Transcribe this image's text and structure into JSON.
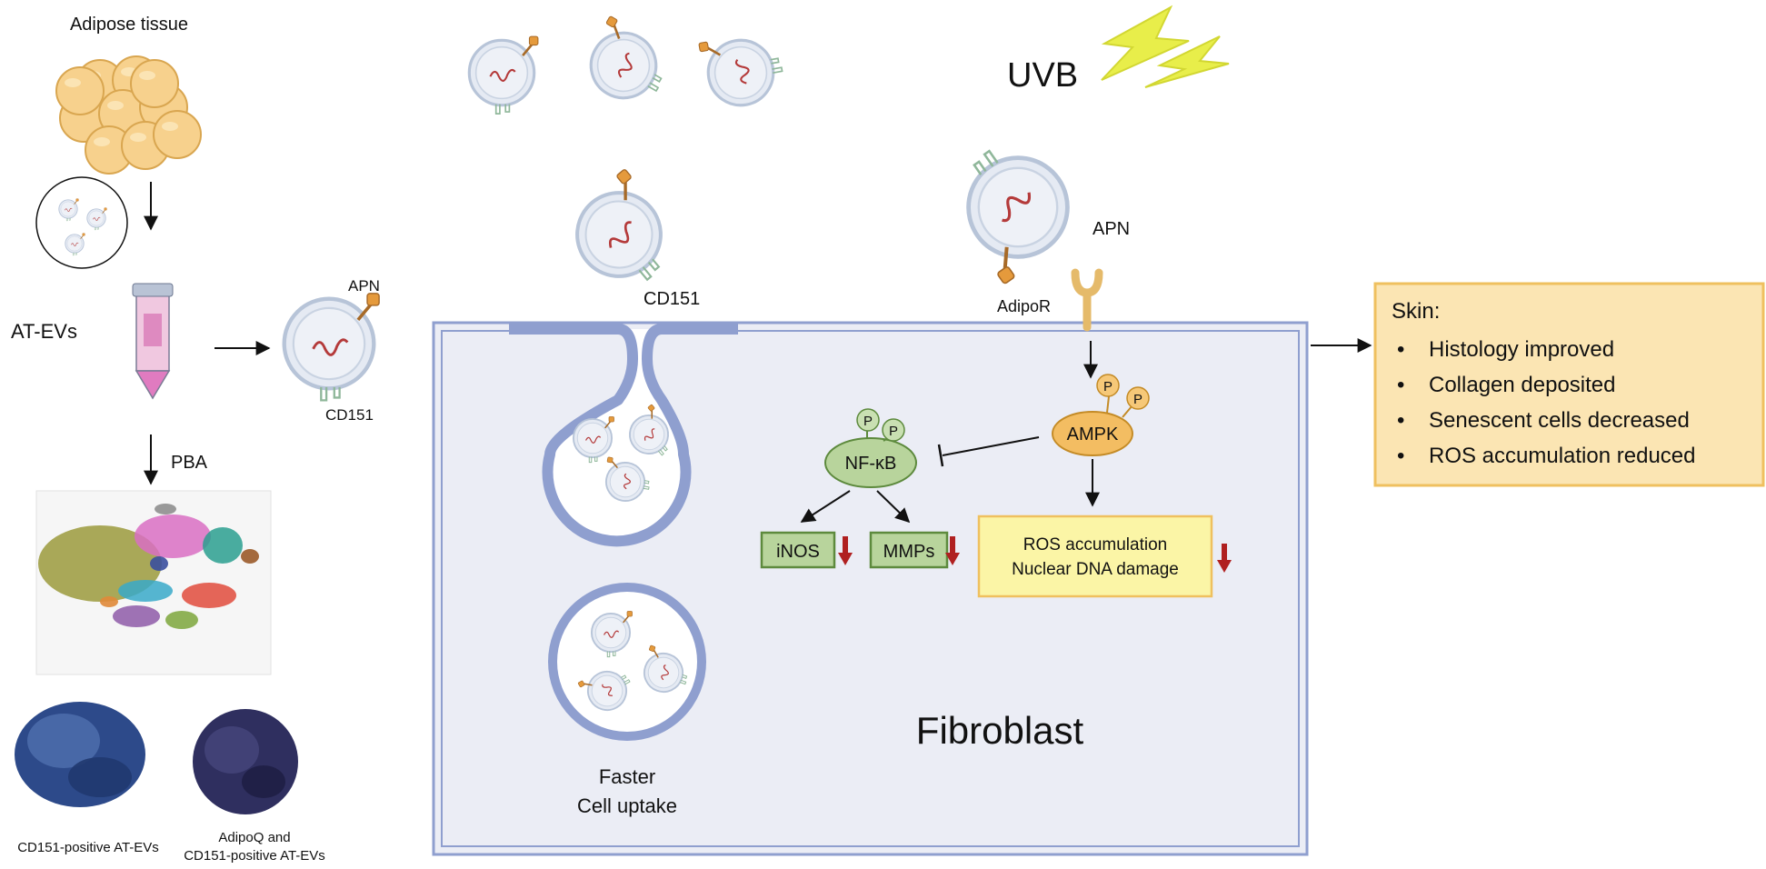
{
  "left_panel": {
    "tissue_label": "Adipose tissue",
    "evs_label": "AT-EVs",
    "pba_label": "PBA",
    "cd151_pos_label": "CD151-positive AT-EVs",
    "adipoq_label_line1": "AdipoQ and",
    "adipoq_label_line2": "CD151-positive AT-EVs"
  },
  "ev_detail": {
    "apn_label": "APN",
    "cd151_label": "CD151"
  },
  "uvb_label": "UVB",
  "cell": {
    "cd151_label": "CD151",
    "apn_label": "APN",
    "receptor_label": "AdipoR",
    "ampk_label": "AMPK",
    "phospho_label": "P",
    "nfkb_label": "NF-κB",
    "inos_label": "iNOS",
    "mmps_label": "MMPs",
    "ros_line1": "ROS accumulation",
    "ros_line2": "Nuclear DNA damage",
    "uptake_line1": "Faster",
    "uptake_line2": "Cell uptake",
    "cell_name": "Fibroblast"
  },
  "outcome": {
    "title": "Skin:",
    "bullet_symbol": "•",
    "items": [
      "Histology improved",
      "Collagen deposited",
      "Senescent cells decreased",
      "ROS accumulation reduced"
    ]
  },
  "colors": {
    "membrane": "#8f9fcf",
    "cell_fill": "#ebedf5",
    "nfkb_fill": "#b8d49c",
    "ampk_fill": "#f3bd62",
    "ros_fill": "#fbf5a6",
    "outcome_fill": "#fbe5b3",
    "outcome_border": "#efc05f",
    "down_arrow": "#b02020",
    "uvb": "#e8ee4a"
  }
}
